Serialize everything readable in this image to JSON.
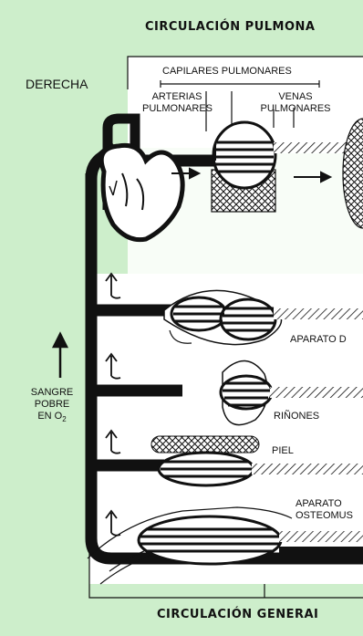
{
  "titles": {
    "top": "CIRCULACIÓN PULMONA",
    "bottom": "CIRCULACIÓN GENERAI"
  },
  "labels": {
    "side": "DERECHA",
    "capillaries": "CAPILARES PULMONARES",
    "arteries_line1": "ARTERIAS",
    "arteries_line2": "PULMONARES",
    "veins_line1": "VENAS",
    "veins_line2": "PULMONARES",
    "digestive": "APARATO D",
    "kidneys": "RIÑONES",
    "skin": "PIEL",
    "locomotor_line1": "APARATO",
    "locomotor_line2": "OSTEOMUS",
    "blood_line1": "SANGRE",
    "blood_line2": "POBRE",
    "blood_line3_base": "EN O",
    "blood_line3_sub": "2"
  },
  "colors": {
    "background": "#cdeecb",
    "ink": "#111111",
    "panel": "#ffffff"
  }
}
